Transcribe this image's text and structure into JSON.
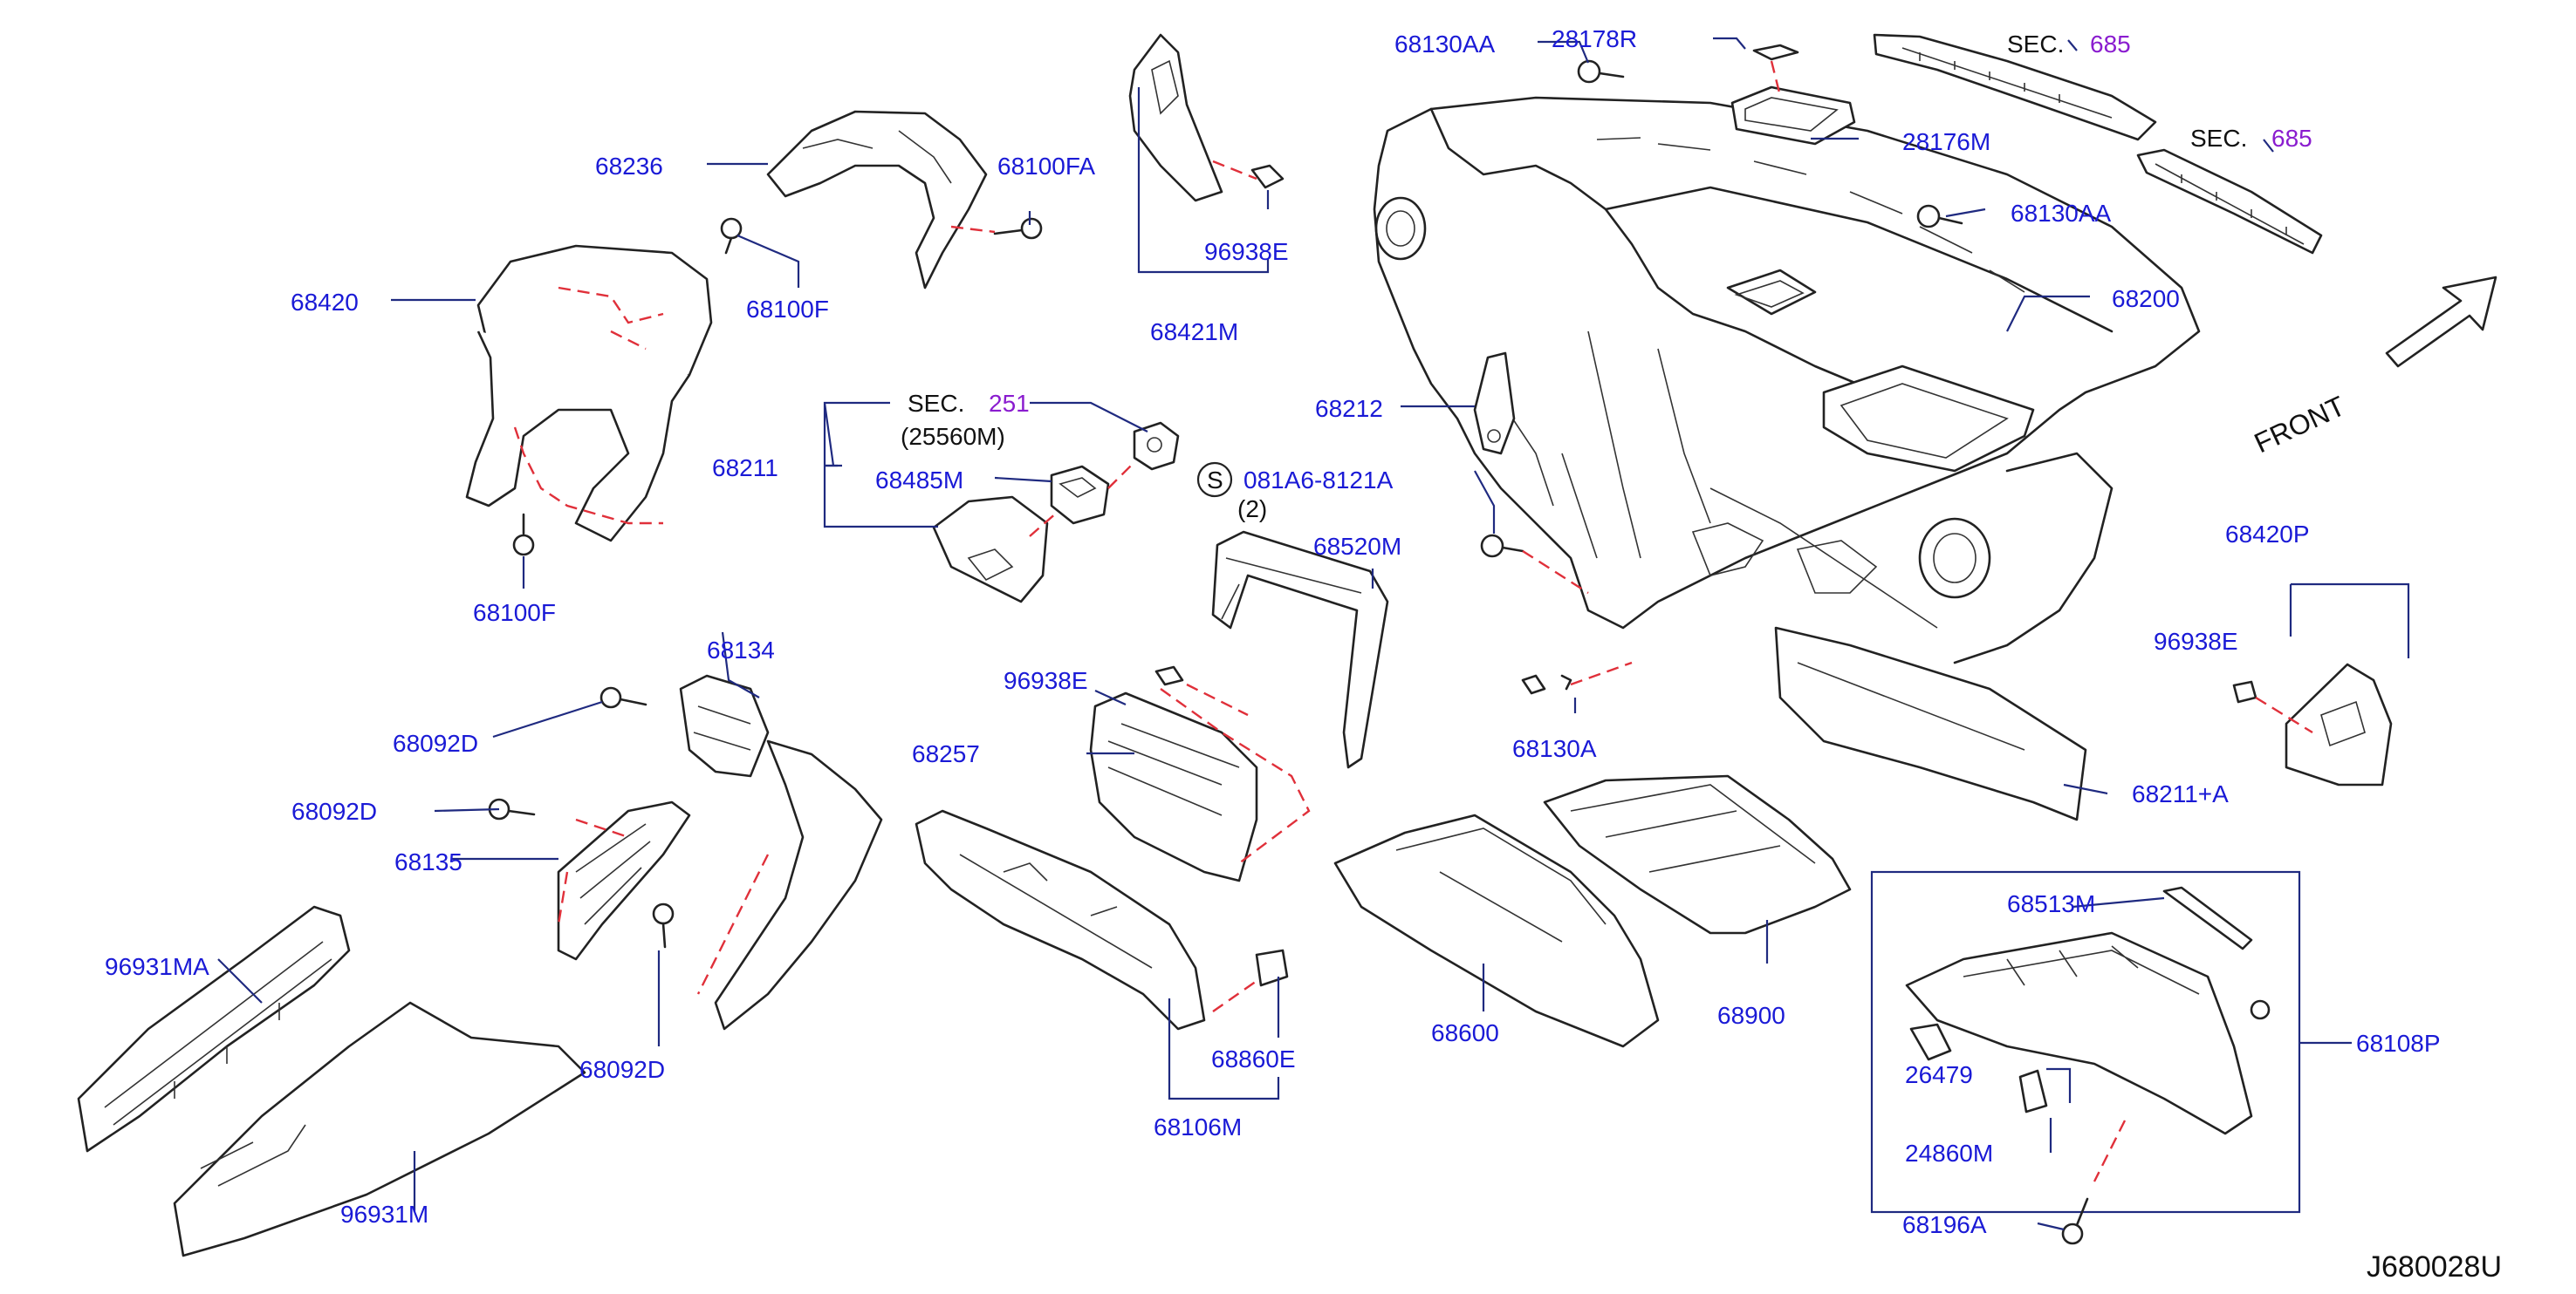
{
  "labels": {
    "p68236": "68236",
    "p68100FA": "68100FA",
    "p68420": "68420",
    "p68100F_a": "68100F",
    "p68100F_b": "68100F",
    "p96938E_a": "96938E",
    "p68421M": "68421M",
    "p68130AA_a": "68130AA",
    "p28178R": "28178R",
    "p28176M": "28176M",
    "p68130AA_b": "68130AA",
    "p68200": "68200",
    "p68212": "68212",
    "p68211": "68211",
    "p68485M": "68485M",
    "p25560M": "(25560M)",
    "p081A6": "081A6-8121A",
    "p081A6_qty": "(2)",
    "p68520M": "68520M",
    "p68420P": "68420P",
    "p68134": "68134",
    "p68092D_a": "68092D",
    "p68092D_b": "68092D",
    "p68092D_c": "68092D",
    "p68135": "68135",
    "p96938E_b": "96938E",
    "p68257": "68257",
    "p68130A": "68130A",
    "p68211A": "68211+A",
    "p96938E_c": "96938E",
    "p96931MA": "96931MA",
    "p96931M": "96931M",
    "p68860E": "68860E",
    "p68106M": "68106M",
    "p68600": "68600",
    "p68900": "68900",
    "p68513M": "68513M",
    "p68108P": "68108P",
    "p26479": "26479",
    "p24860M": "24860M",
    "p68196A": "68196A"
  },
  "sections": {
    "sec_a_prefix": "SEC.",
    "sec_a_num": "685",
    "sec_b_prefix": "SEC.",
    "sec_b_num": "685",
    "sec_c_prefix": "SEC.",
    "sec_c_num": "251"
  },
  "screw_symbol": "S",
  "front_label": "FRONT",
  "diagram_code": "J680028U",
  "colors": {
    "part_number": "#1a1ad6",
    "section_number": "#8a1ccf",
    "leader": "#1f2a80",
    "assembly_dash": "#e0303a",
    "outline": "#222222"
  }
}
